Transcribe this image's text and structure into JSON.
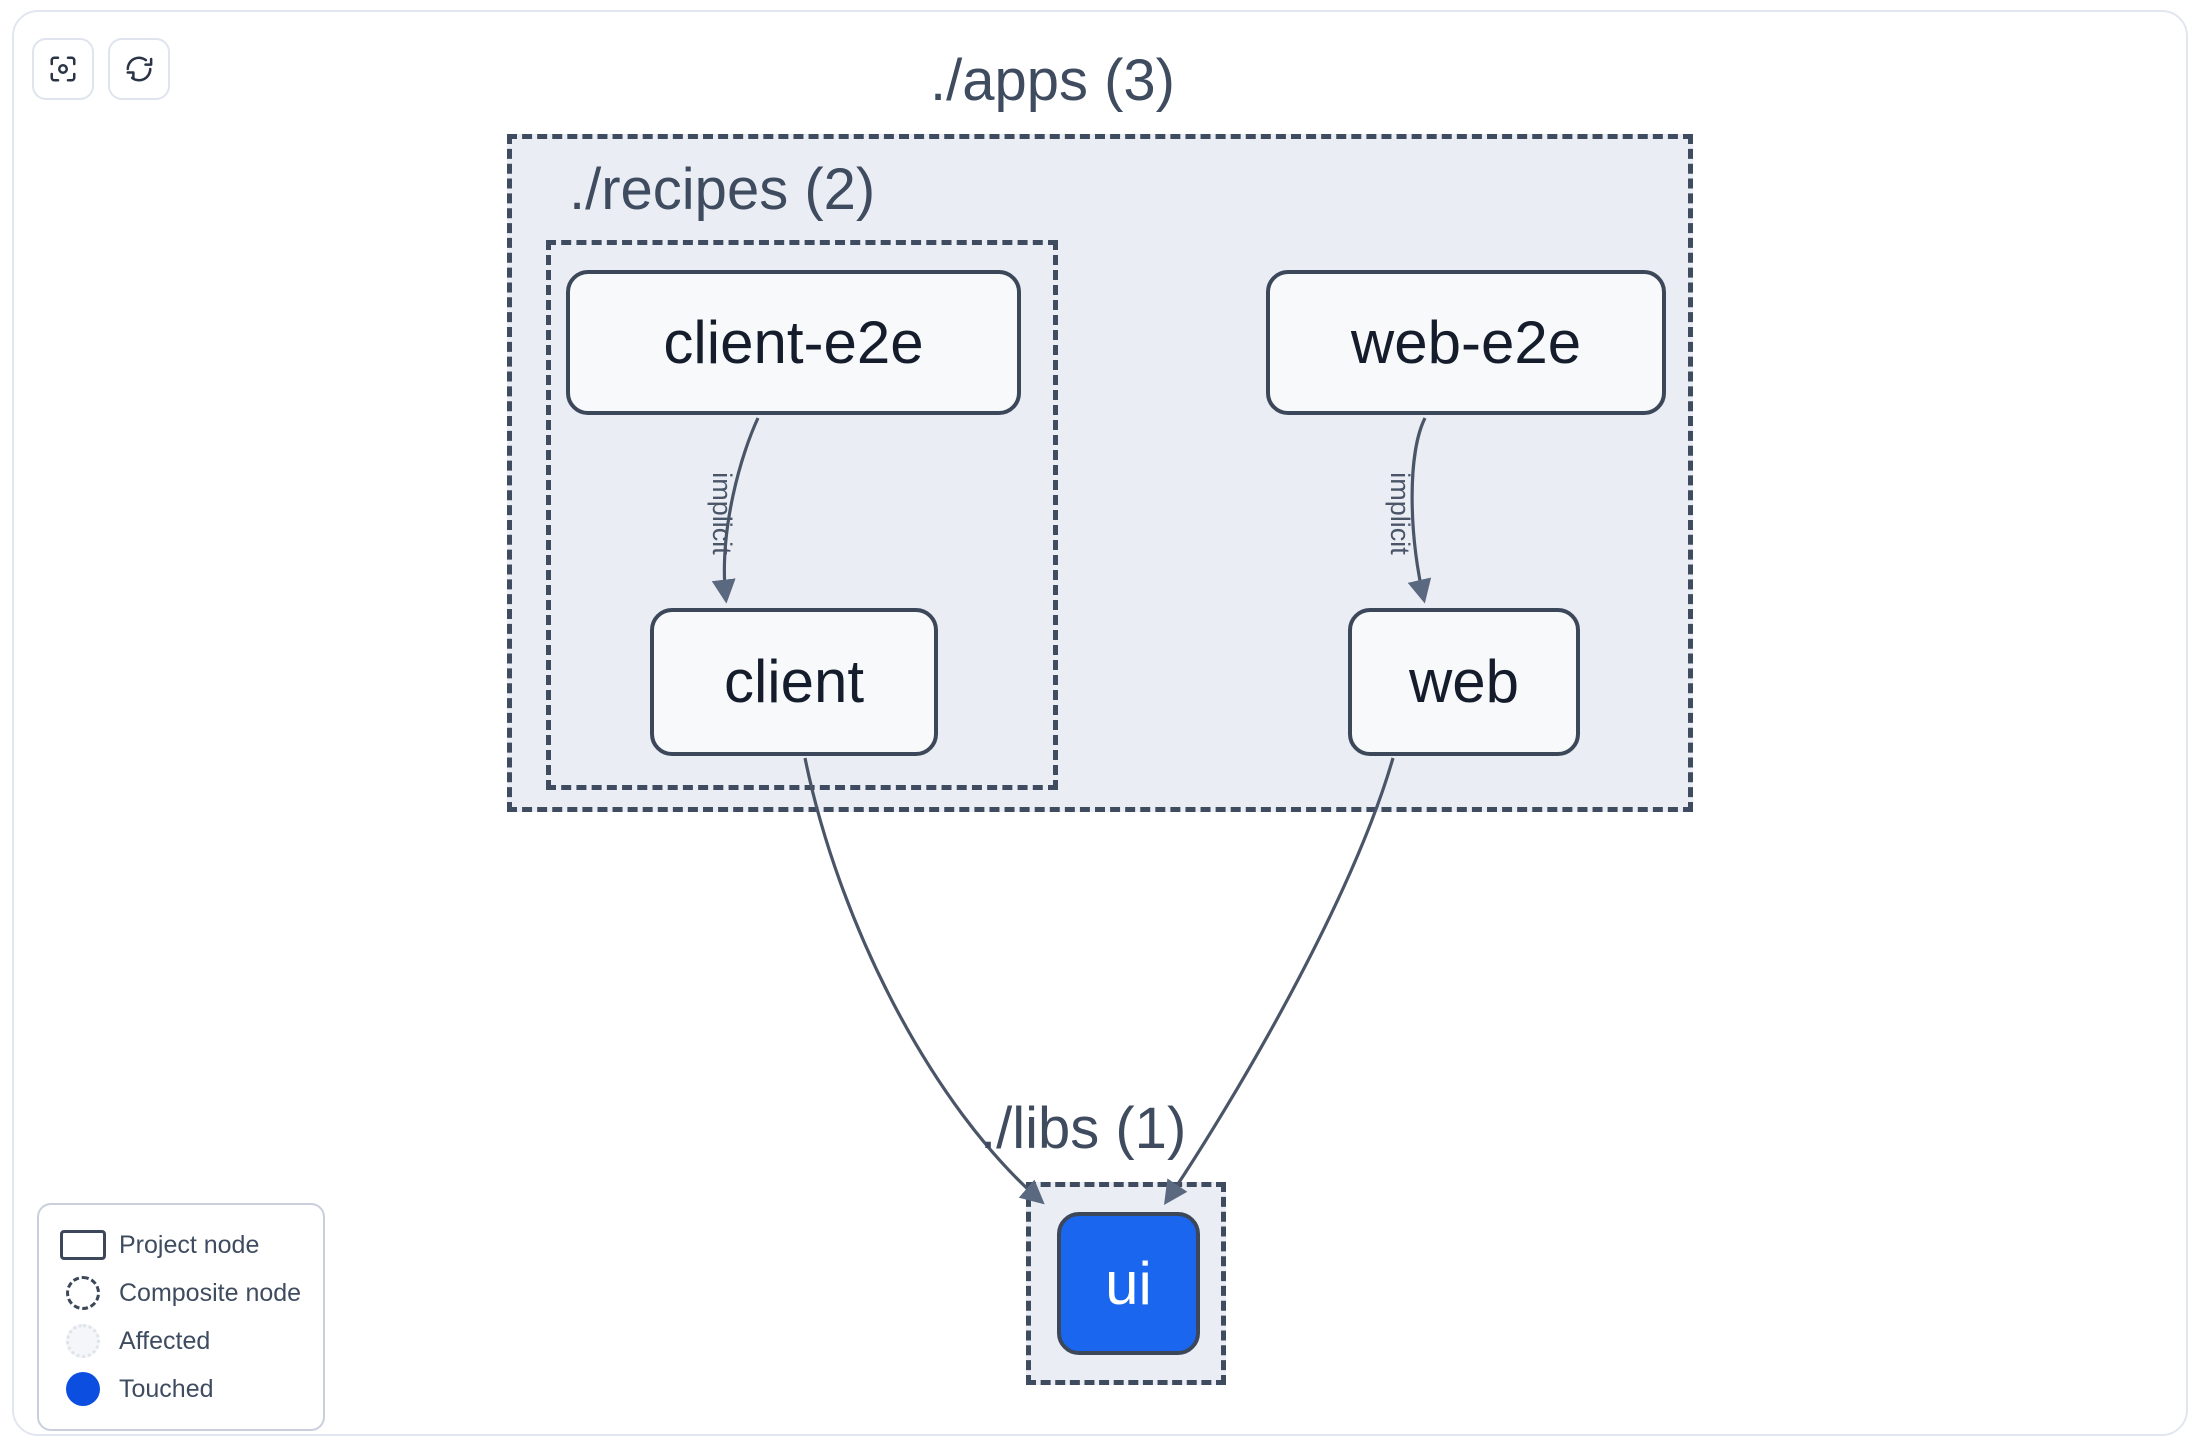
{
  "toolbar": {
    "buttons": [
      {
        "name": "focus-graph-button",
        "icon": "focus-target-icon",
        "label": ""
      },
      {
        "name": "refresh-graph-button",
        "icon": "refresh-sync-icon",
        "label": ""
      }
    ]
  },
  "graph": {
    "type": "project-dependency-graph",
    "groups": [
      {
        "id": "apps",
        "label": "./apps (3)",
        "count": 3,
        "style": "composite-dashed"
      },
      {
        "id": "recipes",
        "label": "./recipes (2)",
        "count": 2,
        "style": "composite-dashed"
      },
      {
        "id": "libs",
        "label": "./libs (1)",
        "count": 1,
        "style": "composite-dashed"
      }
    ],
    "nodes": [
      {
        "id": "client-e2e",
        "label": "client-e2e",
        "group": "recipes",
        "state": "project"
      },
      {
        "id": "client",
        "label": "client",
        "group": "recipes",
        "state": "project"
      },
      {
        "id": "web-e2e",
        "label": "web-e2e",
        "group": "apps",
        "state": "project"
      },
      {
        "id": "web",
        "label": "web",
        "group": "apps",
        "state": "project"
      },
      {
        "id": "ui",
        "label": "ui",
        "group": "libs",
        "state": "touched"
      }
    ],
    "edges": [
      {
        "source": "client-e2e",
        "target": "client",
        "label": "implicit"
      },
      {
        "source": "web-e2e",
        "target": "web",
        "label": "implicit"
      },
      {
        "source": "client",
        "target": "ui",
        "label": ""
      },
      {
        "source": "web",
        "target": "ui",
        "label": ""
      }
    ]
  },
  "legend": {
    "items": [
      {
        "swatch": "project-node-swatch",
        "label": "Project node"
      },
      {
        "swatch": "composite-node-swatch",
        "label": "Composite node"
      },
      {
        "swatch": "affected-swatch",
        "label": "Affected"
      },
      {
        "swatch": "touched-swatch",
        "label": "Touched"
      }
    ]
  },
  "colors": {
    "touched": "#0b4ee0",
    "touched_node_fill": "#1a66ee",
    "node_border": "#3c485a",
    "node_fill": "#f7f9fb",
    "group_fill": "#eaeef4",
    "group_border": "#3f4c60",
    "edge_stroke": "#4a5568",
    "canvas_bg": "#ffffff"
  }
}
